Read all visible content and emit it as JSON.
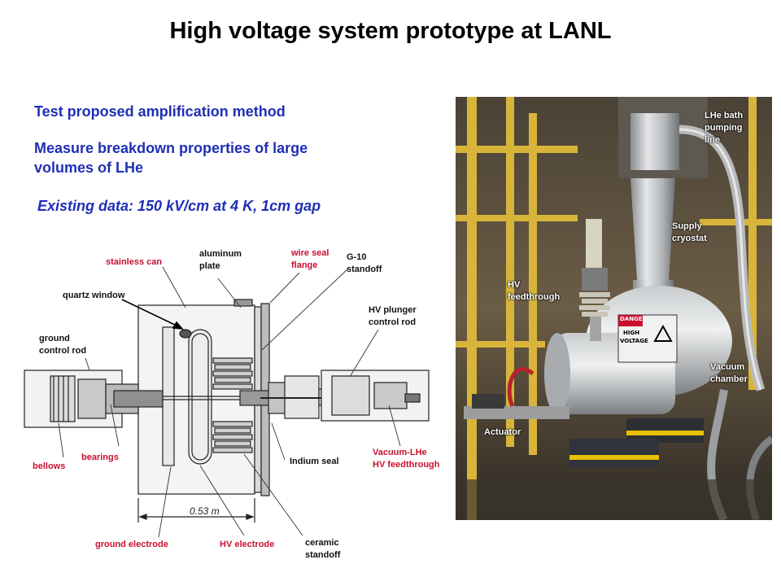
{
  "title": "High voltage system prototype at LANL",
  "bullets": {
    "b1": "Test proposed amplification method",
    "b2_line1": "Measure breakdown properties of large",
    "b2_line2": "volumes of LHe",
    "b3": "Existing data: 150 kV/cm at 4 K, 1cm gap"
  },
  "diagram_labels": {
    "stainless_can": "stainless can",
    "aluminum_plate_1": "aluminum",
    "aluminum_plate_2": "plate",
    "wire_seal_1": "wire seal",
    "wire_seal_2": "flange",
    "g10_1": "G-10",
    "g10_2": "standoff",
    "quartz_window": "quartz window",
    "hv_plunger_1": "HV plunger",
    "hv_plunger_2": "control rod",
    "ground_rod_1": "ground",
    "ground_rod_2": "control rod",
    "bearings": "bearings",
    "bellows": "bellows",
    "indium_seal": "Indium seal",
    "vac_lhe_1": "Vacuum-LHe",
    "vac_lhe_2": "HV feedthrough",
    "dimension": "0.53 m",
    "ground_electrode": "ground electrode",
    "hv_electrode": "HV electrode",
    "ceramic_1": "ceramic",
    "ceramic_2": "standoff"
  },
  "photo_labels": {
    "lhe_bath_1": "LHe bath",
    "lhe_bath_2": "pumping",
    "lhe_bath_3": "line",
    "supply_1": "Supply",
    "supply_2": "cryostat",
    "hv_ft_1": "HV",
    "hv_ft_2": "feedthrough",
    "vacuum_1": "Vacuum",
    "vacuum_2": "chamber",
    "actuator": "Actuator",
    "danger_1": "DANGER",
    "danger_2": "HIGH",
    "danger_3": "VOLTAGE"
  },
  "colors": {
    "bullet_blue": "#1f2fb5",
    "label_red": "#c8102e",
    "label_black": "#111111"
  }
}
